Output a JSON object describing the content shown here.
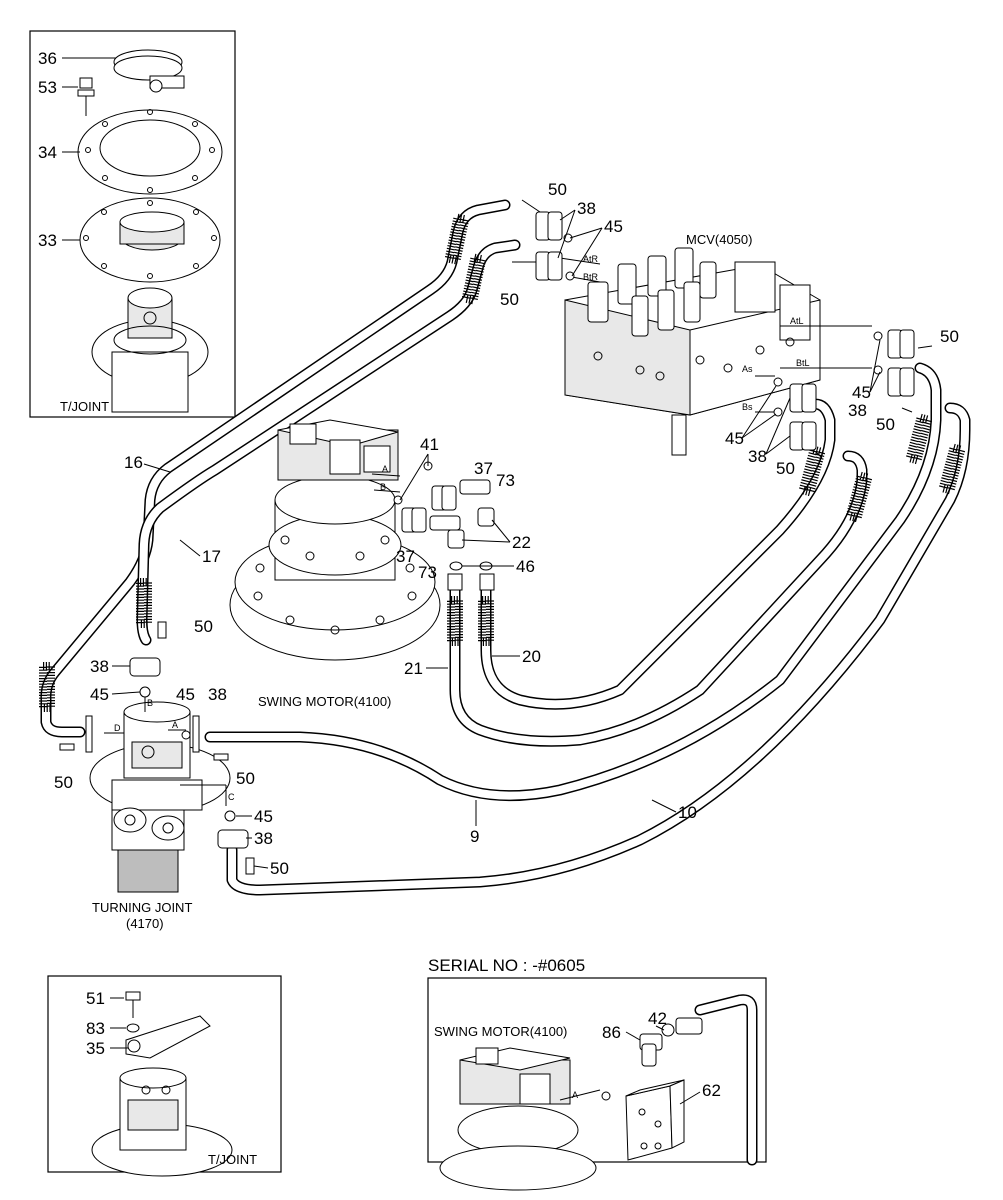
{
  "inset_top": {
    "caption": "T/JOINT",
    "labels": {
      "p36": "36",
      "p53": "53",
      "p34": "34",
      "p33": "33"
    }
  },
  "inset_bottom_left": {
    "caption": "T/JOINT",
    "labels": {
      "p51": "51",
      "p83": "83",
      "p35": "35"
    }
  },
  "inset_serial": {
    "heading": "SERIAL NO : -#0605",
    "motor_caption": "SWING MOTOR(4100)",
    "port_a": "A",
    "labels": {
      "p42": "42",
      "p86": "86",
      "p62": "62"
    }
  },
  "mcv": {
    "caption": "MCV(4050)",
    "ports": {
      "atr": "AtR",
      "btr": "BtR",
      "atl": "AtL",
      "btl": "BtL",
      "as": "As",
      "bs": "Bs"
    }
  },
  "swing_motor": {
    "caption": "SWING MOTOR(4100)",
    "port_a": "A",
    "port_b": "B"
  },
  "turning_joint": {
    "caption_line1": "TURNING JOINT",
    "caption_line2": "(4170)",
    "port_a": "A",
    "port_b": "B",
    "port_c": "C",
    "port_d": "D"
  },
  "callouts": {
    "c50_top": "50",
    "c38_top": "38",
    "c45_top": "45",
    "c50_top2": "50",
    "c50_r1": "50",
    "c45_r": "45",
    "c38_r": "38",
    "c50_r2": "50",
    "c45_r2": "45",
    "c38_r2": "38",
    "c50_r3": "50",
    "c41": "41",
    "c37a": "37",
    "c73a": "73",
    "c22": "22",
    "c37b": "37",
    "c73b": "73",
    "c46": "46",
    "c16": "16",
    "c17": "17",
    "c21": "21",
    "c20": "20",
    "c9": "9",
    "c10": "10",
    "c50_tj1": "50",
    "c38_tj1": "38",
    "c45_tj1": "45",
    "c45_tj2": "45",
    "c38_tj2": "38",
    "c50_tj2": "50",
    "c50_tj3": "50",
    "c45_tj3": "45",
    "c38_tj3": "38",
    "c50_tj4": "50"
  }
}
